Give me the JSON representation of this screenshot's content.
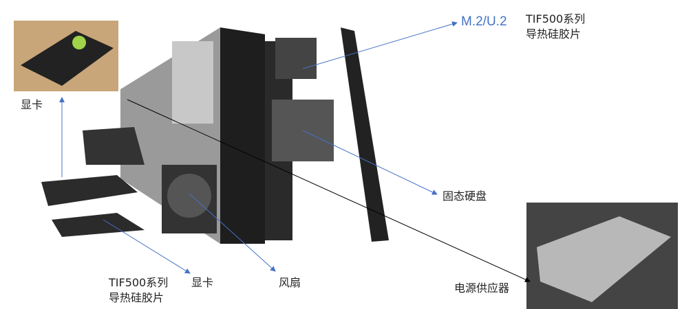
{
  "labels": {
    "gpu_top": "显卡",
    "m2": "M.2/U.2",
    "tif_top_line1": "TIF500系列",
    "tif_top_line2": "导热硅胶片",
    "ssd": "固态硬盘",
    "tif_bottom_line1": "TIF500系列",
    "tif_bottom_line2": "导热硅胶片",
    "gpu_bottom": "显卡",
    "fan": "风扇",
    "psu": "电源供应器"
  },
  "colors": {
    "arrow_blue": "#4472c4",
    "arrow_black": "#000000"
  }
}
